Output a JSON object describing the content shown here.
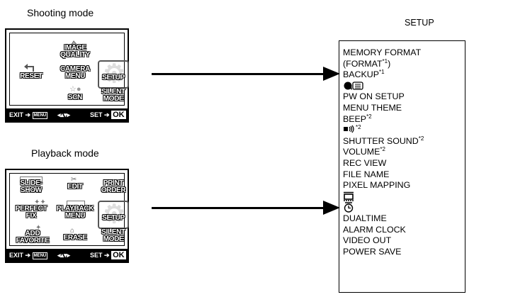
{
  "shooting": {
    "title": "Shooting mode",
    "items": [
      {
        "label": "IMAGE\nQUALITY",
        "icon": "image-quality-icon"
      },
      {
        "label": "RESET",
        "icon": "reset-arrow-icon"
      },
      {
        "label": "CAMERA\nMENU",
        "icon": "camera-menu-icon"
      },
      {
        "label": "SETUP",
        "icon": "setup-icon"
      },
      {
        "label": "SCN",
        "icon": "scn-icon"
      },
      {
        "label": "SILENT\nMODE",
        "icon": "silent-mode-icon"
      }
    ],
    "bar": {
      "exit": "EXIT ",
      "exit_menu": "MENU",
      "nav": "◂▴▾▸",
      "set": "SET ",
      "ok": "OK"
    }
  },
  "playback": {
    "title": "Playback mode",
    "items": [
      {
        "label": "SLIDE-\nSHOW",
        "icon": "slideshow-icon"
      },
      {
        "label": "EDIT",
        "icon": "edit-icon"
      },
      {
        "label": "PRINT\nORDER",
        "icon": "print-order-icon"
      },
      {
        "label": "PERFECT\nFIX",
        "icon": "perfect-fix-icon"
      },
      {
        "label": "PLAYBACK\nMENU",
        "icon": "playback-menu-icon"
      },
      {
        "label": "SETUP",
        "icon": "setup-icon"
      },
      {
        "label": "ADD\nFAVORITE",
        "icon": "add-favorite-icon"
      },
      {
        "label": "ERASE",
        "icon": "erase-icon"
      },
      {
        "label": "SILENT\nMODE",
        "icon": "silent-mode-icon"
      }
    ],
    "bar": {
      "exit": "EXIT ",
      "exit_menu": "MENU",
      "nav": "◂▴▾▸",
      "set": "SET ",
      "ok": "OK"
    }
  },
  "setup": {
    "title": "SETUP",
    "items": [
      {
        "text": "MEMORY FORMAT",
        "sup": ""
      },
      {
        "text": "(FORMAT",
        "sup": "*1",
        "suffix": ")"
      },
      {
        "text": "BACKUP",
        "sup": "*1"
      },
      {
        "text": "",
        "icon": "language-icon",
        "sup": ""
      },
      {
        "text": "PW ON SETUP",
        "sup": ""
      },
      {
        "text": "MENU THEME",
        "sup": ""
      },
      {
        "text": "BEEP",
        "sup": "*2"
      },
      {
        "text": "",
        "icon": "sound-icon",
        "sup": "*2"
      },
      {
        "text": "SHUTTER SOUND",
        "sup": "*2"
      },
      {
        "text": "VOLUME",
        "sup": "*2"
      },
      {
        "text": "REC VIEW",
        "sup": ""
      },
      {
        "text": "FILE NAME",
        "sup": ""
      },
      {
        "text": "PIXEL MAPPING",
        "sup": ""
      },
      {
        "text": "",
        "icon": "monitor-brightness-icon",
        "sup": ""
      },
      {
        "text": "",
        "icon": "clock-icon",
        "sup": ""
      },
      {
        "text": "DUALTIME",
        "sup": ""
      },
      {
        "text": "ALARM CLOCK",
        "sup": ""
      },
      {
        "text": "VIDEO OUT",
        "sup": ""
      },
      {
        "text": "POWER SAVE",
        "sup": ""
      }
    ]
  }
}
